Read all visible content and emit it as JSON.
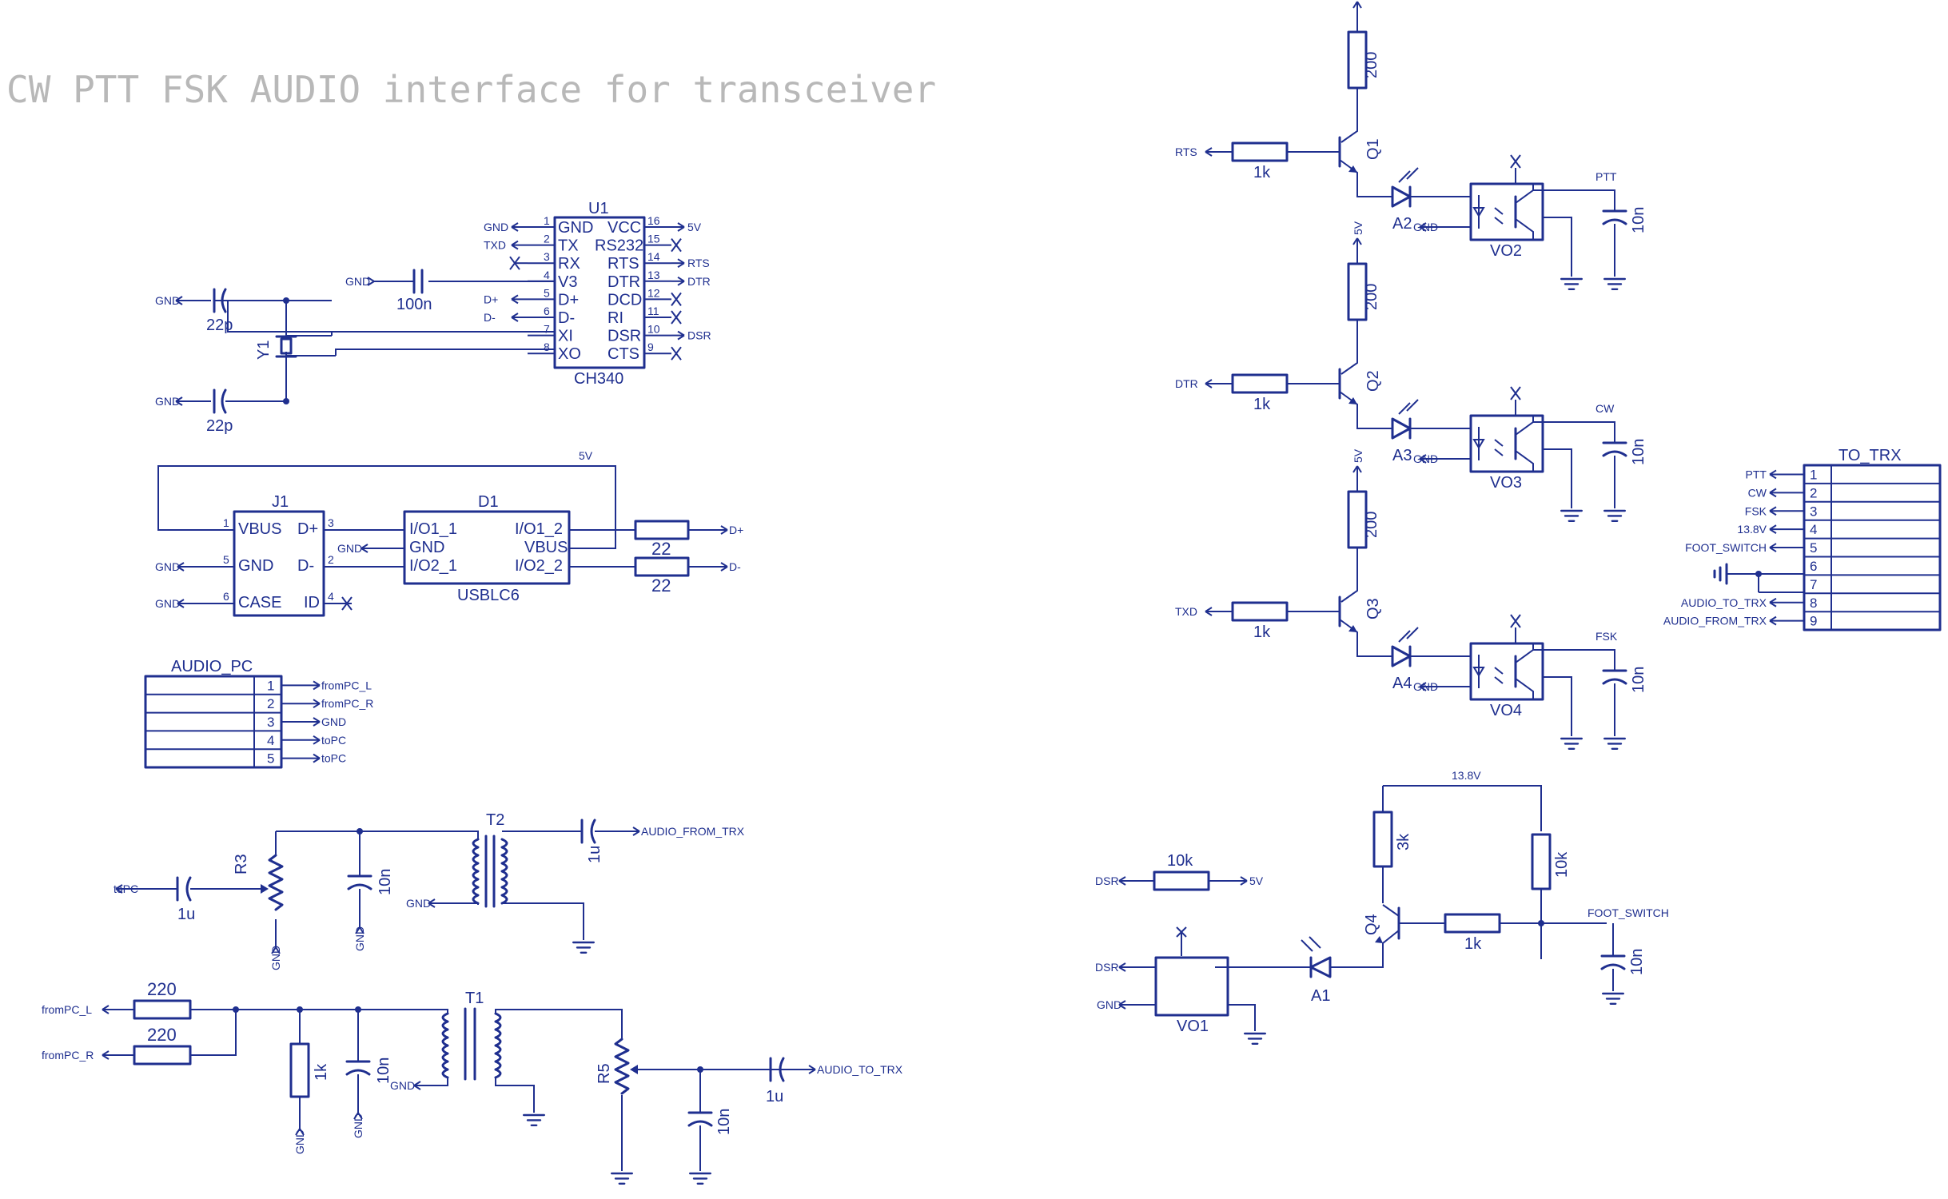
{
  "title": "CW PTT FSK AUDIO interface for transceiver",
  "u1": {
    "ref": "U1",
    "value": "CH340",
    "left_pins": [
      {
        "num": "1",
        "name": "GND",
        "net": "GND"
      },
      {
        "num": "2",
        "name": "TX",
        "net": "TXD"
      },
      {
        "num": "3",
        "name": "RX",
        "net": ""
      },
      {
        "num": "4",
        "name": "V3",
        "net": ""
      },
      {
        "num": "5",
        "name": "D+",
        "net": "D+"
      },
      {
        "num": "6",
        "name": "D-",
        "net": "D-"
      },
      {
        "num": "7",
        "name": "XI",
        "net": ""
      },
      {
        "num": "8",
        "name": "XO",
        "net": ""
      }
    ],
    "right_pins": [
      {
        "num": "16",
        "name": "VCC",
        "net": "5V"
      },
      {
        "num": "15",
        "name": "RS232",
        "net": ""
      },
      {
        "num": "14",
        "name": "RTS",
        "net": "RTS"
      },
      {
        "num": "13",
        "name": "DTR",
        "net": "DTR"
      },
      {
        "num": "12",
        "name": "DCD",
        "net": ""
      },
      {
        "num": "11",
        "name": "RI",
        "net": ""
      },
      {
        "num": "10",
        "name": "DSR",
        "net": "DSR"
      },
      {
        "num": "9",
        "name": "CTS",
        "net": ""
      }
    ],
    "v3_net": "GND",
    "v3_cap": "100n"
  },
  "crystal": {
    "ref": "Y1",
    "cap_top": "22p",
    "cap_bottom": "22p",
    "gnd_top": "GND",
    "gnd_bottom": "GND"
  },
  "j1": {
    "ref": "J1",
    "pins": [
      {
        "num": "1",
        "name": "VBUS"
      },
      {
        "num": "5",
        "name": "GND",
        "net": "GND"
      },
      {
        "num": "6",
        "name": "CASE",
        "net": "GND"
      },
      {
        "num": "3",
        "name": "D+"
      },
      {
        "num": "2",
        "name": "D-"
      },
      {
        "num": "4",
        "name": "ID"
      }
    ],
    "vbus_net": "5V"
  },
  "d1": {
    "ref": "D1",
    "value": "USBLC6",
    "left_pins": [
      "I/O1_1",
      "GND",
      "I/O2_1"
    ],
    "right_pins": [
      "I/O1_2",
      "VBUS",
      "I/O2_2"
    ],
    "gnd_net": "GND",
    "r_top": "22",
    "r_bottom": "22",
    "net_top": "D+",
    "net_bottom": "D-"
  },
  "audio_pc": {
    "ref": "AUDIO_PC",
    "pins": [
      {
        "num": "1",
        "net": "fromPC_L"
      },
      {
        "num": "2",
        "net": "fromPC_R"
      },
      {
        "num": "3",
        "net": "GND"
      },
      {
        "num": "4",
        "net": "toPC"
      },
      {
        "num": "5",
        "net": "toPC"
      }
    ]
  },
  "to_trx": {
    "ref": "TO_TRX",
    "pins": [
      {
        "num": "1",
        "net": "PTT"
      },
      {
        "num": "2",
        "net": "CW"
      },
      {
        "num": "3",
        "net": "FSK"
      },
      {
        "num": "4",
        "net": "13.8V"
      },
      {
        "num": "5",
        "net": "FOOT_SWITCH"
      },
      {
        "num": "6",
        "net": ""
      },
      {
        "num": "7",
        "net": ""
      },
      {
        "num": "8",
        "net": "AUDIO_TO_TRX"
      },
      {
        "num": "9",
        "net": "AUDIO_FROM_TRX"
      }
    ]
  },
  "channels": [
    {
      "input": "RTS",
      "rbase": "1k",
      "rcol": "200",
      "q": "Q1",
      "led": "A2",
      "opto": "VO2",
      "out": "PTT",
      "cap": "10n",
      "gnd": "GND",
      "vcc": ""
    },
    {
      "input": "DTR",
      "rbase": "1k",
      "rcol": "200",
      "q": "Q2",
      "led": "A3",
      "opto": "VO3",
      "out": "CW",
      "cap": "10n",
      "gnd": "GND",
      "vcc": "5V"
    },
    {
      "input": "TXD",
      "rbase": "1k",
      "rcol": "200",
      "q": "Q3",
      "led": "A4",
      "opto": "VO4",
      "out": "FSK",
      "cap": "10n",
      "gnd": "GND",
      "vcc": "5V"
    }
  ],
  "foot": {
    "dsr_pullup": "10k",
    "dsr_net": "DSR",
    "vcc": "5V",
    "supply": "13.8V",
    "r_collector": "3k",
    "r_pullup": "10k",
    "r_base": "1k",
    "q": "Q4",
    "led": "A1",
    "opto": "VO1",
    "out": "FOOT_SWITCH",
    "cap": "10n",
    "in_dsr": "DSR",
    "in_gnd": "GND"
  },
  "audio_rx": {
    "input": "toPC",
    "cap_in": "1u",
    "pot": "R3",
    "cap_mid": "10n",
    "xfmr": "T2",
    "cap_out": "1u",
    "output": "AUDIO_FROM_TRX",
    "gnd": "GND"
  },
  "audio_tx": {
    "in_l": "fromPC_L",
    "in_r": "fromPC_R",
    "r_l": "220",
    "r_r": "220",
    "r_load": "1k",
    "cap_mid": "10n",
    "xfmr": "T1",
    "pot": "R5",
    "cap_out": "1u",
    "cap_filter": "10n",
    "output": "AUDIO_TO_TRX",
    "gnd": "GND"
  }
}
